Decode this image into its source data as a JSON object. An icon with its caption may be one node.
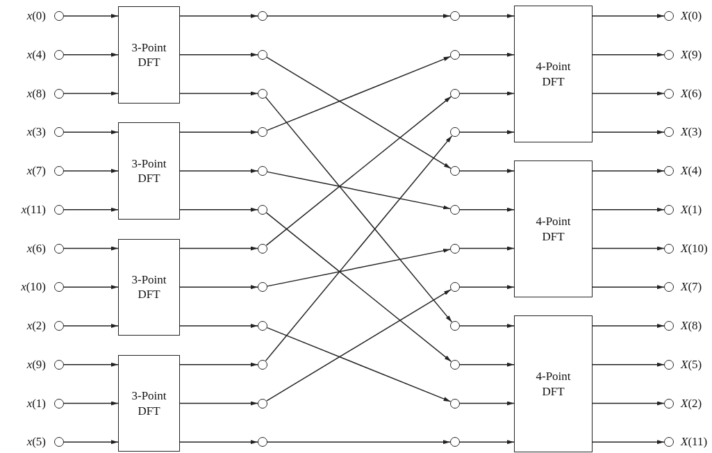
{
  "diagram": {
    "nodes": [
      {
        "text": [],
        "shape": "circle",
        "beside": [
          "*x*(0)"
        ]
      },
      {
        "text": [],
        "shape": "circle",
        "beside": [
          "*x*(4)"
        ]
      },
      {
        "text": [],
        "shape": "circle",
        "beside": [
          "*x*(8)"
        ]
      },
      {
        "text": [],
        "shape": "circle",
        "beside": [
          "*x*(3)"
        ]
      },
      {
        "text": [],
        "shape": "circle",
        "beside": [
          "*x*(7)"
        ]
      },
      {
        "text": [],
        "shape": "circle",
        "beside": [
          "*x*(11)"
        ]
      },
      {
        "text": [],
        "shape": "circle",
        "beside": [
          "*x*(6)"
        ]
      },
      {
        "text": [],
        "shape": "circle",
        "beside": [
          "*x*(10)"
        ]
      },
      {
        "text": [],
        "shape": "circle",
        "beside": [
          "*x*(2)"
        ]
      },
      {
        "text": [],
        "shape": "circle",
        "beside": [
          "*x*(9)"
        ]
      },
      {
        "text": [],
        "shape": "circle",
        "beside": [
          "*x*(1)"
        ]
      },
      {
        "text": [],
        "shape": "circle",
        "beside": [
          "*x*(5)"
        ]
      },
      {
        "text": [
          "3-Point DFT"
        ]
      },
      {
        "text": [
          "3-Point DFT"
        ]
      },
      {
        "text": [
          "3-Point DFT"
        ]
      },
      {
        "text": [
          "3-Point DFT"
        ]
      },
      {
        "text": [],
        "shape": "circle"
      },
      {
        "text": [],
        "shape": "circle"
      },
      {
        "text": [],
        "shape": "circle"
      },
      {
        "text": [],
        "shape": "circle"
      },
      {
        "text": [],
        "shape": "circle"
      },
      {
        "text": [],
        "shape": "circle"
      },
      {
        "text": [],
        "shape": "circle"
      },
      {
        "text": [],
        "shape": "circle"
      },
      {
        "text": [],
        "shape": "circle"
      },
      {
        "text": [],
        "shape": "circle"
      },
      {
        "text": [],
        "shape": "circle"
      },
      {
        "text": [],
        "shape": "circle"
      },
      {
        "text": [],
        "shape": "circle"
      },
      {
        "text": [],
        "shape": "circle"
      },
      {
        "text": [],
        "shape": "circle"
      },
      {
        "text": [],
        "shape": "circle"
      },
      {
        "text": [],
        "shape": "circle"
      },
      {
        "text": [],
        "shape": "circle"
      },
      {
        "text": [],
        "shape": "circle"
      },
      {
        "text": [],
        "shape": "circle"
      },
      {
        "text": [],
        "shape": "circle"
      },
      {
        "text": [],
        "shape": "circle"
      },
      {
        "text": [],
        "shape": "circle"
      },
      {
        "text": [],
        "shape": "circle"
      },
      {
        "text": [
          "4-Point DFT"
        ]
      },
      {
        "text": [
          "4-Point DFT"
        ]
      },
      {
        "text": [
          "4-Point DFT"
        ]
      },
      {
        "text": [],
        "shape": "circle",
        "beside": [
          "*X*(0)"
        ]
      },
      {
        "text": [],
        "shape": "circle",
        "beside": [
          "*X*(9)"
        ]
      },
      {
        "text": [],
        "shape": "circle",
        "beside": [
          "*X*(6)"
        ]
      },
      {
        "text": [],
        "shape": "circle",
        "beside": [
          "*X*(3)"
        ]
      },
      {
        "text": [],
        "shape": "circle",
        "beside": [
          "*X*(4)"
        ]
      },
      {
        "text": [],
        "shape": "circle",
        "beside": [
          "*X*(1)"
        ]
      },
      {
        "text": [],
        "shape": "circle",
        "beside": [
          "*X*(10)"
        ]
      },
      {
        "text": [],
        "shape": "circle",
        "beside": [
          "*X*(7)"
        ]
      },
      {
        "text": [],
        "shape": "circle",
        "beside": [
          "*X*(8)"
        ]
      },
      {
        "text": [],
        "shape": "circle",
        "beside": [
          "*X*(5)"
        ]
      },
      {
        "text": [],
        "shape": "circle",
        "beside": [
          "*X*(2)"
        ]
      },
      {
        "text": [],
        "shape": "circle",
        "beside": [
          "*X*(11)"
        ]
      }
    ],
    "edges": [
      {
        "from": 0,
        "to": 12,
        "arrow": "to"
      },
      {
        "from": 1,
        "to": 12,
        "arrow": "to"
      },
      {
        "from": 2,
        "to": 12,
        "arrow": "to"
      },
      {
        "from": 3,
        "to": 13,
        "arrow": "to"
      },
      {
        "from": 4,
        "to": 13,
        "arrow": "to"
      },
      {
        "from": 5,
        "to": 13,
        "arrow": "to"
      },
      {
        "from": 6,
        "to": 14,
        "arrow": "to"
      },
      {
        "from": 7,
        "to": 14,
        "arrow": "to"
      },
      {
        "from": 8,
        "to": 14,
        "arrow": "to"
      },
      {
        "from": 9,
        "to": 15,
        "arrow": "to"
      },
      {
        "from": 10,
        "to": 15,
        "arrow": "to"
      },
      {
        "from": 11,
        "to": 15,
        "arrow": "to"
      },
      {
        "from": 12,
        "to": 16,
        "arrow": "to"
      },
      {
        "from": 12,
        "to": 17,
        "arrow": "to"
      },
      {
        "from": 12,
        "to": 18,
        "arrow": "to"
      },
      {
        "from": 13,
        "to": 19,
        "arrow": "to"
      },
      {
        "from": 13,
        "to": 20,
        "arrow": "to"
      },
      {
        "from": 13,
        "to": 21,
        "arrow": "to"
      },
      {
        "from": 14,
        "to": 22,
        "arrow": "to"
      },
      {
        "from": 14,
        "to": 23,
        "arrow": "to"
      },
      {
        "from": 14,
        "to": 24,
        "arrow": "to"
      },
      {
        "from": 15,
        "to": 25,
        "arrow": "to"
      },
      {
        "from": 15,
        "to": 26,
        "arrow": "to"
      },
      {
        "from": 15,
        "to": 27,
        "arrow": "to"
      },
      {
        "from": 16,
        "to": 28,
        "arrow": "to"
      },
      {
        "from": 17,
        "to": 32,
        "arrow": "to"
      },
      {
        "from": 18,
        "to": 36,
        "arrow": "to"
      },
      {
        "from": 19,
        "to": 29,
        "arrow": "to"
      },
      {
        "from": 20,
        "to": 33,
        "arrow": "to"
      },
      {
        "from": 21,
        "to": 37,
        "arrow": "to"
      },
      {
        "from": 22,
        "to": 30,
        "arrow": "to"
      },
      {
        "from": 23,
        "to": 34,
        "arrow": "to"
      },
      {
        "from": 24,
        "to": 38,
        "arrow": "to"
      },
      {
        "from": 25,
        "to": 31,
        "arrow": "to"
      },
      {
        "from": 26,
        "to": 35,
        "arrow": "to"
      },
      {
        "from": 27,
        "to": 39,
        "arrow": "to"
      },
      {
        "from": 28,
        "to": 40,
        "arrow": "to"
      },
      {
        "from": 29,
        "to": 40,
        "arrow": "to"
      },
      {
        "from": 30,
        "to": 40,
        "arrow": "to"
      },
      {
        "from": 31,
        "to": 40,
        "arrow": "to"
      },
      {
        "from": 32,
        "to": 41,
        "arrow": "to"
      },
      {
        "from": 33,
        "to": 41,
        "arrow": "to"
      },
      {
        "from": 34,
        "to": 41,
        "arrow": "to"
      },
      {
        "from": 35,
        "to": 41,
        "arrow": "to"
      },
      {
        "from": 36,
        "to": 42,
        "arrow": "to"
      },
      {
        "from": 37,
        "to": 42,
        "arrow": "to"
      },
      {
        "from": 38,
        "to": 42,
        "arrow": "to"
      },
      {
        "from": 39,
        "to": 42,
        "arrow": "to"
      },
      {
        "from": 40,
        "to": 43,
        "arrow": "to"
      },
      {
        "from": 40,
        "to": 44,
        "arrow": "to"
      },
      {
        "from": 40,
        "to": 45,
        "arrow": "to"
      },
      {
        "from": 40,
        "to": 46,
        "arrow": "to"
      },
      {
        "from": 41,
        "to": 47,
        "arrow": "to"
      },
      {
        "from": 41,
        "to": 48,
        "arrow": "to"
      },
      {
        "from": 41,
        "to": 49,
        "arrow": "to"
      },
      {
        "from": 41,
        "to": 50,
        "arrow": "to"
      },
      {
        "from": 42,
        "to": 51,
        "arrow": "to"
      },
      {
        "from": 42,
        "to": 52,
        "arrow": "to"
      },
      {
        "from": 42,
        "to": 53,
        "arrow": "to"
      },
      {
        "from": 42,
        "to": 54,
        "arrow": "to"
      }
    ]
  }
}
